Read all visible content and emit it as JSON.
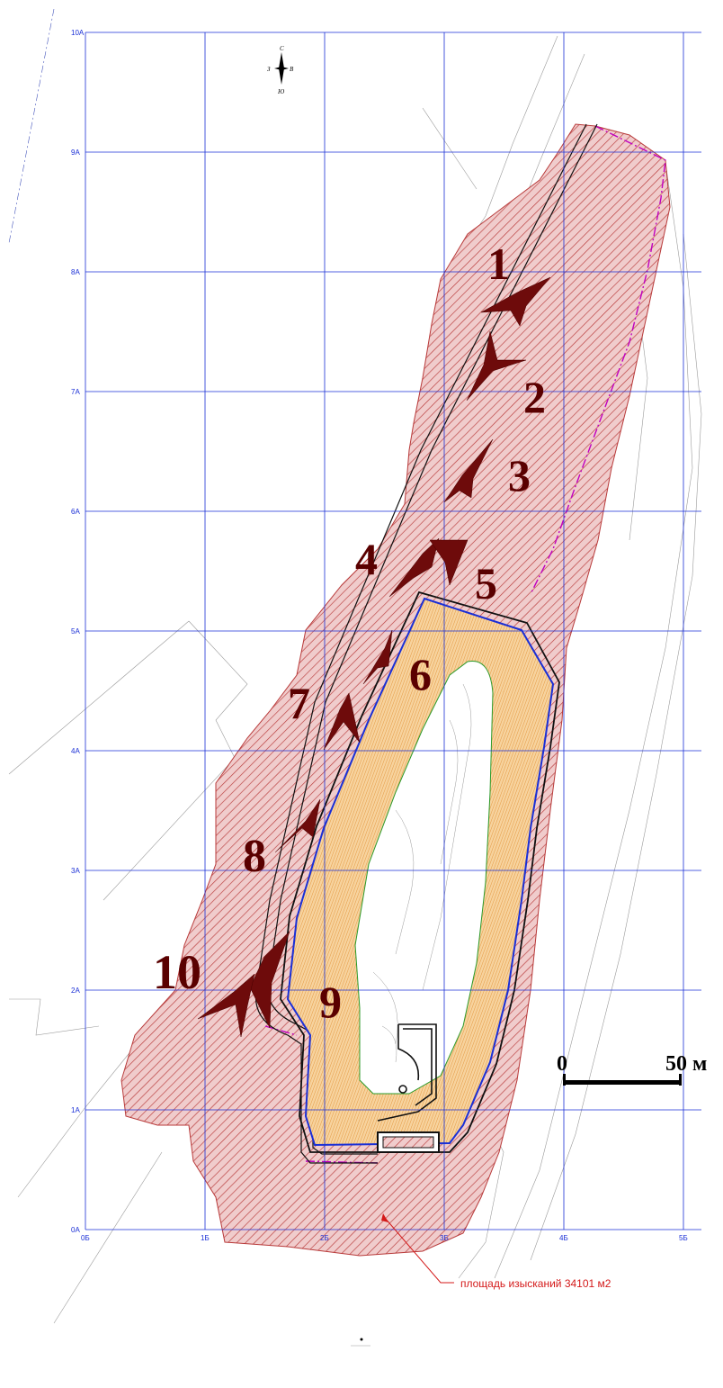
{
  "grid": {
    "color": "#1a2fd6",
    "row_labels": [
      "10A",
      "9A",
      "8A",
      "7A",
      "6A",
      "5A",
      "4A",
      "3A",
      "2A",
      "1A",
      "0A"
    ],
    "col_labels": [
      "0Б",
      "1Б",
      "2Б",
      "3Б",
      "4Б",
      "5Б"
    ]
  },
  "survey_area": {
    "hatch_color": "#b83a3a",
    "fill_color": "#f0cccc",
    "annotation": "площадь изысканий 34101 м2",
    "annotation_color": "#d41a1a"
  },
  "compass": {
    "north": "С",
    "south": "Ю",
    "west": "З",
    "east": "В"
  },
  "scale_bar": {
    "start": "0",
    "end": "50 м"
  },
  "points": {
    "color": "#5a0000",
    "labels": [
      "1",
      "2",
      "3",
      "4",
      "5",
      "6",
      "7",
      "8",
      "9",
      "10"
    ]
  },
  "reservoir": {
    "slope_color": "#f0a040",
    "berm_color": "#1a2fd6",
    "water_edge_color": "#2a9a2a"
  }
}
